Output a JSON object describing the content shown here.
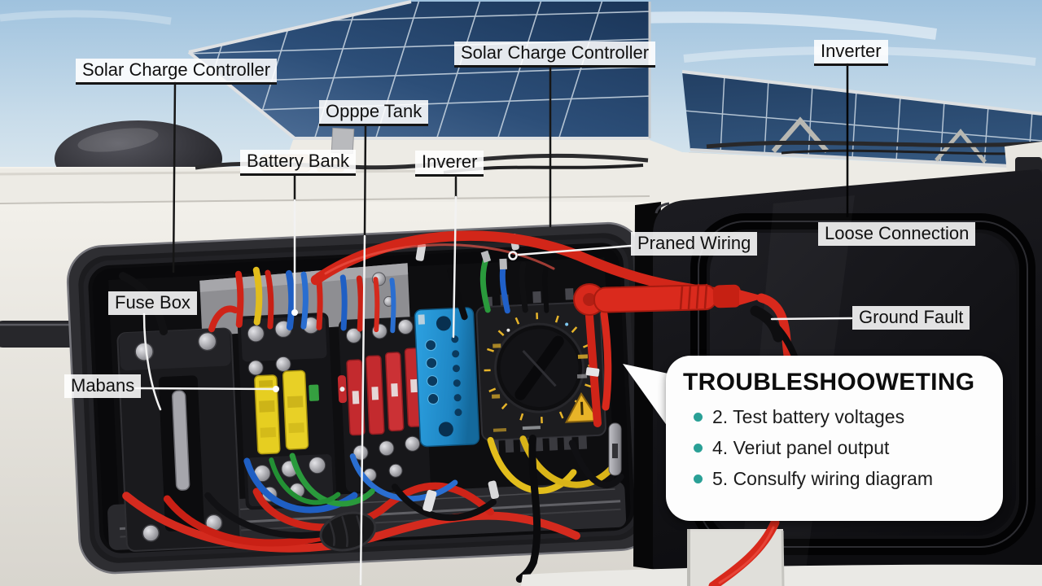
{
  "labels": {
    "solar_charge_controller_left": "Solar Charge Controller",
    "solar_charge_controller_top": "Solar Charge Controller",
    "inverter_top": "Inverter",
    "oppe_tank": "Opppe Tank",
    "battery_bank": "Battery Bank",
    "inverer": "Inverer",
    "praned_wiring": "Praned Wiring",
    "loose_connection": "Loose Connection",
    "ground_fault": "Ground Fault",
    "fuse_box": "Fuse Box",
    "mabans": "Mabans"
  },
  "callout": {
    "title": "TROUBLESHOOWETING",
    "items": [
      "2. Test battery voltages",
      "4. Veriut panel output",
      "5. Consulfy wiring diagram"
    ],
    "bullet_color": "#2aa096"
  },
  "colors": {
    "label_background": "#ffffff",
    "label_text": "#101010",
    "solar_panel_blue": "#24466e",
    "terminal_block_blue": "#2596d6",
    "cable_red": "#d8291c",
    "fuse_yellow": "#e6ce21",
    "fuse_red": "#c32a2e",
    "bullet_teal": "#2aa096"
  }
}
